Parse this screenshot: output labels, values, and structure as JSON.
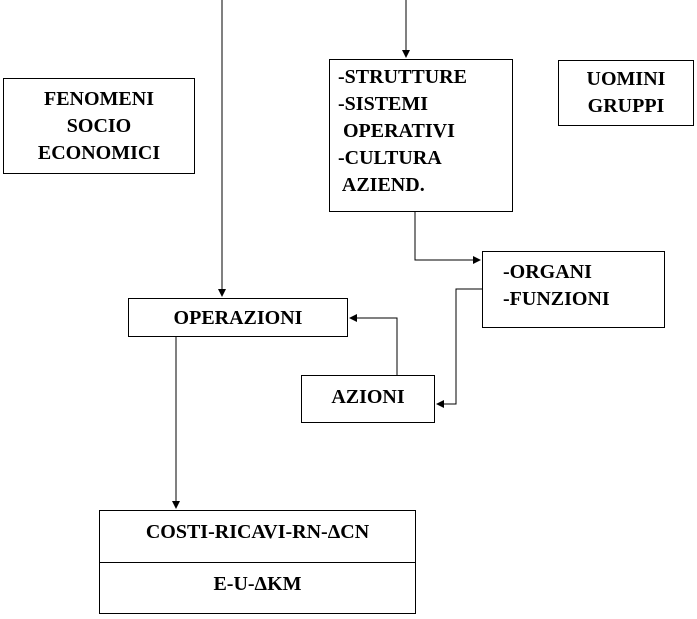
{
  "nodes": {
    "fenomeni": {
      "lines": [
        "FENOMENI",
        "SOCIO",
        "ECONOMICI"
      ]
    },
    "strutture": {
      "lines": [
        "-STRUTTURE",
        "-SISTEMI",
        " OPERATIVI",
        "-CULTURA",
        " AZIEND."
      ]
    },
    "uomini": {
      "lines": [
        "UOMINI",
        "GRUPPI"
      ]
    },
    "organi": {
      "lines": [
        "-ORGANI",
        "-FUNZIONI"
      ]
    },
    "operazioni": {
      "label": "OPERAZIONI"
    },
    "azioni": {
      "label": "AZIONI"
    },
    "costi": {
      "top_label": "COSTI-RICAVI-RN-ΔCN",
      "bottom_label": "E-U-ΔKM"
    }
  },
  "colors": {
    "line": "#000000",
    "box_border": "#000000",
    "background": "#ffffff"
  }
}
